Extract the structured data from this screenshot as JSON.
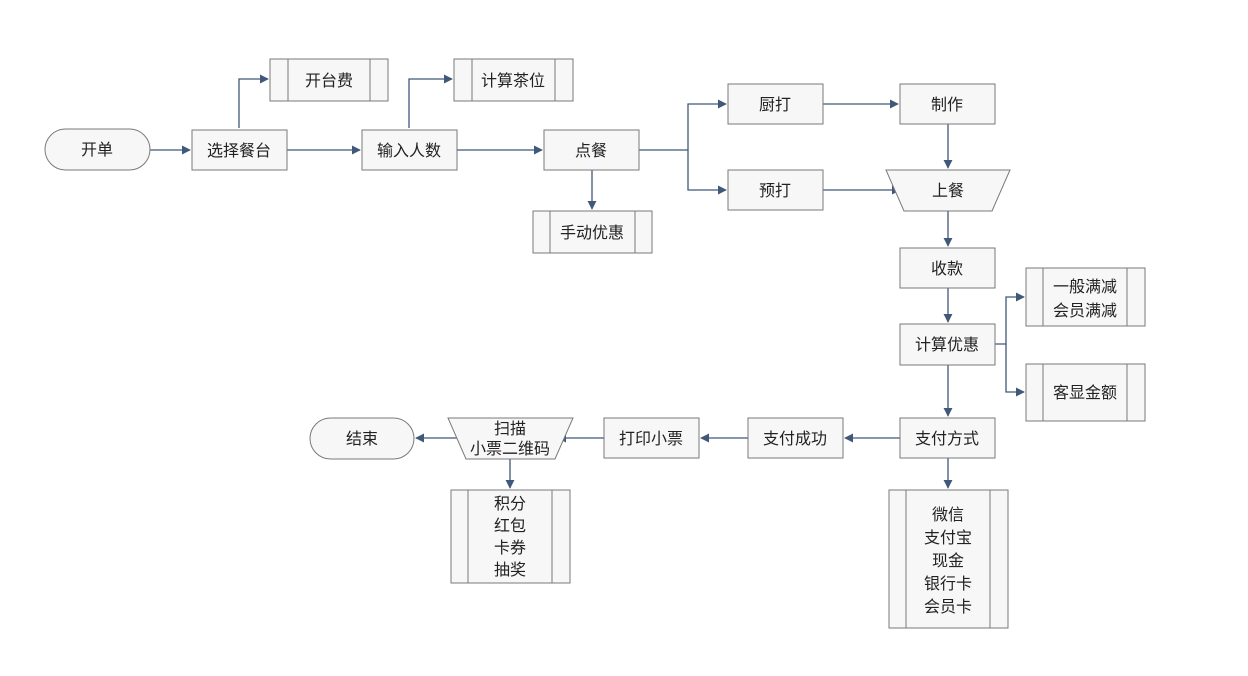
{
  "diagram": {
    "type": "flowchart",
    "nodes": {
      "start": "开单",
      "select_table": "选择餐台",
      "table_fee": "开台费",
      "input_people": "输入人数",
      "tea_fee": "计算茶位",
      "order": "点餐",
      "manual_discount": "手动优惠",
      "kitchen_print": "厨打",
      "pre_print": "预打",
      "make": "制作",
      "serve": "上餐",
      "checkout": "收款",
      "calc_discount": "计算优惠",
      "full_reduction": [
        "一般满减",
        "会员满减"
      ],
      "customer_display": "客显金额",
      "payment_method": "支付方式",
      "payment_options": [
        "微信",
        "支付宝",
        "现金",
        "银行卡",
        "会员卡"
      ],
      "pay_success": "支付成功",
      "print_receipt": "打印小票",
      "scan_qr": [
        "扫描",
        "小票二维码"
      ],
      "rewards": [
        "积分",
        "红包",
        "卡券",
        "抽奖"
      ],
      "end": "结束"
    },
    "colors": {
      "edge": "#41587a",
      "node_fill": "#f7f7f7",
      "node_border": "#7a7a7a"
    }
  }
}
